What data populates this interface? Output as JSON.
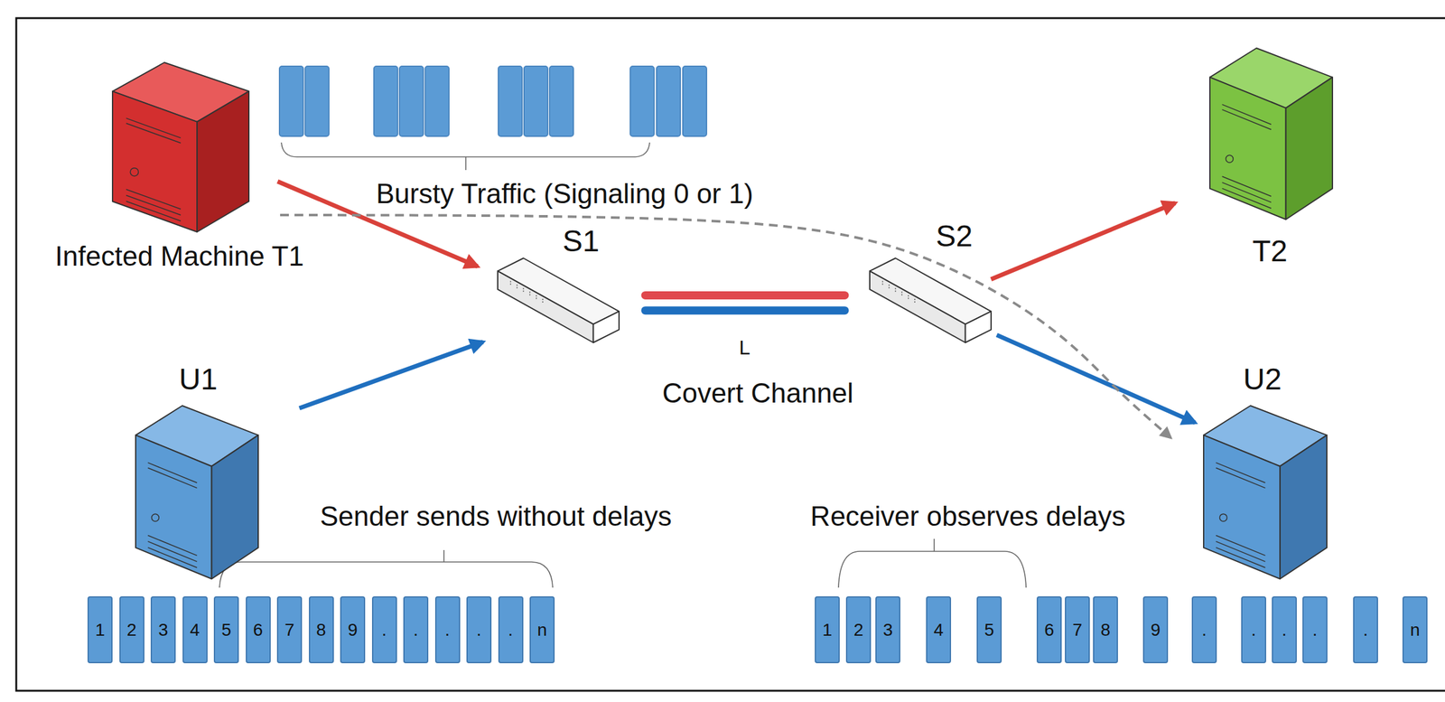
{
  "diagram": {
    "nodes": [
      {
        "text": [
          "Infected Machine T1"
        ]
      },
      {
        "text": [
          "S1"
        ]
      },
      {
        "text": [
          "S2"
        ]
      },
      {
        "text": [
          "T2"
        ]
      },
      {
        "text": [
          "U1"
        ]
      },
      {
        "text": [
          "U2"
        ]
      },
      {
        "text": [
          "1"
        ]
      },
      {
        "text": [
          "2"
        ]
      },
      {
        "text": [
          "3"
        ]
      },
      {
        "text": [
          "4"
        ]
      },
      {
        "text": [
          "5"
        ]
      },
      {
        "text": [
          "6"
        ]
      },
      {
        "text": [
          "7"
        ]
      },
      {
        "text": [
          "8"
        ]
      },
      {
        "text": [
          "9"
        ]
      },
      {
        "text": [
          "."
        ]
      },
      {
        "text": [
          "."
        ]
      },
      {
        "text": [
          "."
        ]
      },
      {
        "text": [
          "."
        ]
      },
      {
        "text": [
          "."
        ]
      },
      {
        "text": [
          "n"
        ]
      },
      {
        "text": [
          "1"
        ]
      },
      {
        "text": [
          "2"
        ]
      },
      {
        "text": [
          "3"
        ]
      },
      {
        "text": [
          "4"
        ]
      },
      {
        "text": [
          "5"
        ]
      },
      {
        "text": [
          "6"
        ]
      },
      {
        "text": [
          "7"
        ]
      },
      {
        "text": [
          "8"
        ]
      },
      {
        "text": [
          "9"
        ]
      },
      {
        "text": [
          "."
        ]
      },
      {
        "text": [
          "."
        ]
      },
      {
        "text": [
          "."
        ]
      },
      {
        "text": [
          "."
        ]
      },
      {
        "text": [
          "."
        ]
      },
      {
        "text": [
          "n"
        ]
      }
    ],
    "edges": [
      {
        "from": 0,
        "to": 1,
        "arrow": "to"
      },
      {
        "from": 4,
        "to": 1,
        "arrow": "to"
      },
      {
        "from": 1,
        "to": 2,
        "arrow": "none"
      },
      {
        "from": 1,
        "to": 2,
        "arrow": "none"
      },
      {
        "from": 2,
        "to": 3,
        "arrow": "to"
      },
      {
        "from": 2,
        "to": 5,
        "arrow": "to"
      },
      {
        "from": 0,
        "to": 5,
        "arrow": "to"
      }
    ],
    "labels": [
      "Bursty Traffic (Signaling 0 or 1)",
      "L",
      "Covert Channel",
      "Sender sends without delays",
      "Receiver observes delays"
    ]
  }
}
